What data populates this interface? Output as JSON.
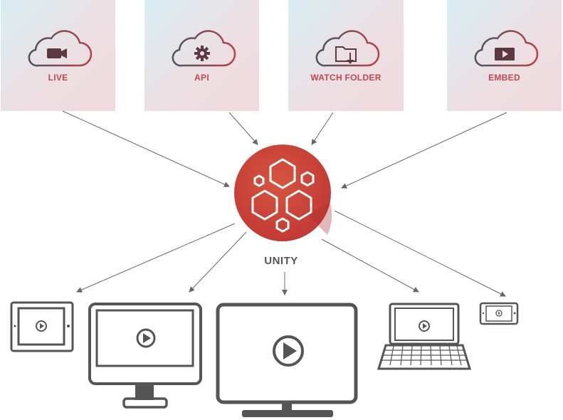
{
  "sources": [
    {
      "label": "LIVE",
      "icon": "video-camera-icon"
    },
    {
      "label": "API",
      "icon": "gear-icon"
    },
    {
      "label": "WATCH FOLDER",
      "icon": "folder-download-icon"
    },
    {
      "label": "EMBED",
      "icon": "play-window-icon"
    }
  ],
  "hub": {
    "label": "UNITY",
    "icon": "hexagon-cluster-logo",
    "color": "#c9453b"
  },
  "destinations": [
    {
      "icon": "tablet-landscape-icon"
    },
    {
      "icon": "desktop-monitor-icon"
    },
    {
      "icon": "tv-screen-icon"
    },
    {
      "icon": "laptop-icon"
    },
    {
      "icon": "phone-landscape-icon"
    }
  ],
  "colors": {
    "label_red": "#c0474f",
    "device_gray": "#555555",
    "arrow": "#666666"
  }
}
